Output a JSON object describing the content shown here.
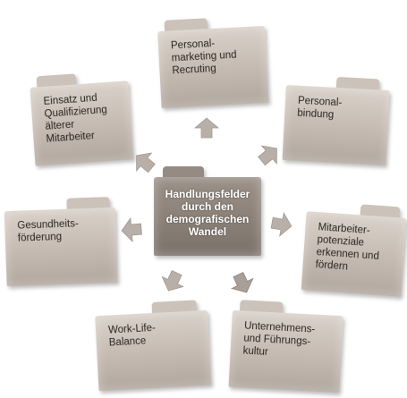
{
  "diagram": {
    "center": {
      "label": "Handlungsfelder\ndurch den\ndemografischen\nWandel"
    },
    "nodes": [
      {
        "id": "personalmarketing",
        "label": "Personal-\nmarketing und\nRecruting"
      },
      {
        "id": "personalbindung",
        "label": "Personal-\nbindung"
      },
      {
        "id": "mitarbeiterpotenziale",
        "label": "Mitarbeiter-\npotenziale\nerkennen und\nfördern"
      },
      {
        "id": "unternehmenskultur",
        "label": "Unternehmens-\nund Führungs-\nkultur"
      },
      {
        "id": "worklife",
        "label": "Work-Life-\nBalance"
      },
      {
        "id": "gesundheit",
        "label": "Gesundheits-\nförderung"
      },
      {
        "id": "aeltere",
        "label": "Einsatz und\nQualifizierung\nälterer\nMitarbeiter"
      }
    ],
    "colors": {
      "folder": "#c8beb5",
      "center_folder": "#8a8077",
      "arrow": "#b8b0a8"
    }
  }
}
